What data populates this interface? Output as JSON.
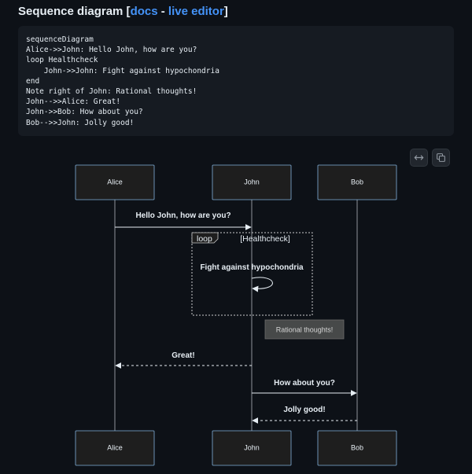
{
  "heading": {
    "title": "Sequence diagram",
    "open_bracket": " [",
    "docs_link": "docs",
    "separator": " - ",
    "live_editor_link": "live editor",
    "close_bracket": "]"
  },
  "code_lines": [
    "sequenceDiagram",
    "Alice->>John: Hello John, how are you?",
    "loop Healthcheck",
    "    John->>John: Fight against hypochondria",
    "end",
    "Note right of John: Rational thoughts!",
    "John-->>Alice: Great!",
    "John->>Bob: How about you?",
    "Bob-->>John: Jolly good!"
  ],
  "toolbar": {
    "expand_icon": "expand-horizontal-icon",
    "copy_icon": "copy-icon"
  },
  "diagram": {
    "actors": [
      "Alice",
      "John",
      "Bob"
    ],
    "loop": {
      "keyword": "loop",
      "condition": "[Healthcheck]"
    },
    "note": {
      "text": "Rational thoughts!",
      "placement": "right of John"
    },
    "messages": [
      {
        "from": "Alice",
        "to": "John",
        "text": "Hello John, how are you?",
        "style": "solid"
      },
      {
        "from": "John",
        "to": "John",
        "text": "Fight against hypochondria",
        "style": "solid"
      },
      {
        "from": "John",
        "to": "Alice",
        "text": "Great!",
        "style": "dotted"
      },
      {
        "from": "John",
        "to": "Bob",
        "text": "How about you?",
        "style": "solid"
      },
      {
        "from": "Bob",
        "to": "John",
        "text": "Jolly good!",
        "style": "dotted"
      }
    ],
    "colors": {
      "actor_fill": "#1e1e1e",
      "actor_stroke": "#81b1db",
      "line": "#e6edf3",
      "note_fill": "#474949",
      "note_stroke": "#6c6c6c",
      "loop_stroke": "#cccccc"
    }
  }
}
